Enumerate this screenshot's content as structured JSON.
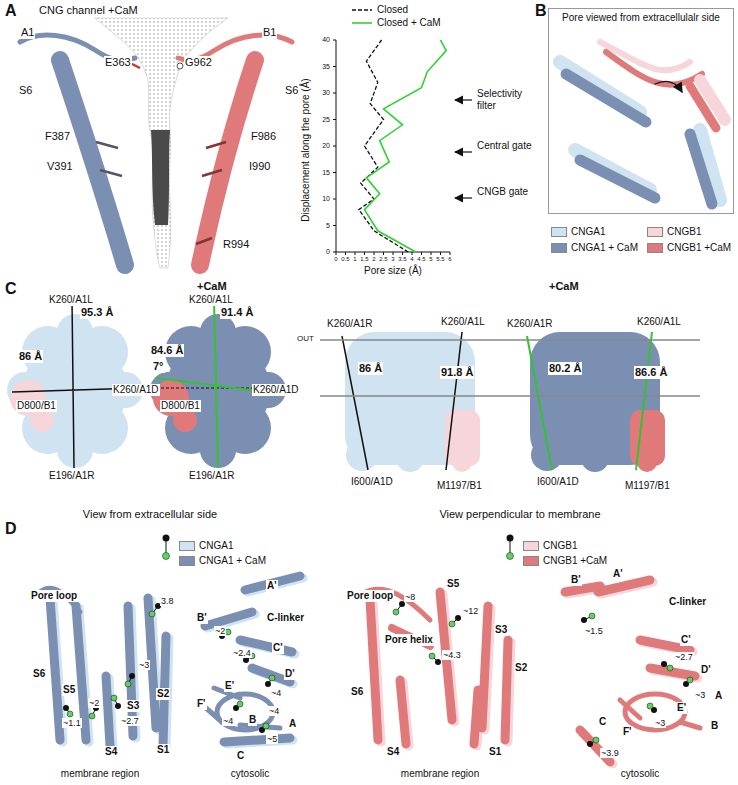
{
  "diagram": {
    "nodes": [
      {
        "text": [
          "Pore viewed from extracellulalr side"
        ]
      }
    ],
    "labels": [
      "A",
      "CNG channel +CaM",
      "A1",
      "B1",
      "S6",
      "E363",
      "G962",
      "S6",
      "F387",
      "F986",
      "V391",
      "I990",
      "R994",
      "Displacement along the pore (Å)",
      "0",
      "5",
      "10",
      "15",
      "20",
      "25",
      "30",
      "35",
      "40",
      "0",
      "0.5",
      "1",
      "1.5",
      "2",
      "2.5",
      "3",
      "3.5",
      "4",
      "4.5",
      "5",
      "5.5",
      "6",
      "Pore size (Å)",
      "Selectivity filter",
      "Central gate",
      "CNGB gate",
      "B",
      "C",
      "K260/A1L",
      "95.3 Å",
      "86 Å",
      "K260/A1D",
      "D800/B1",
      "E196/A1R",
      "+CaM",
      "K260/A1L",
      "91.4 Å",
      "84.6 Å",
      "7°",
      "K260/A1D",
      "D800/B1",
      "E196/A1R",
      "View from extracellular side",
      "OUT",
      "K260/A1R",
      "K260/A1L",
      "86 Å",
      "91.8 Å",
      "I600/A1D",
      "M1197/B1",
      "+CaM",
      "K260/A1R",
      "K260/A1L",
      "80.2 Å",
      "86.6 Å",
      "I600/A1D",
      "M1197/B1",
      "View perpendicular to membrane",
      "D",
      "Pore loop",
      "S6",
      "S5",
      "S3",
      "S2",
      "S4",
      "S1",
      "3.8",
      "~3",
      "~2.7",
      "~2",
      "~1.1",
      "membrane region",
      "A'",
      "C-linker",
      "B'",
      "~2",
      "C'",
      "~2.4",
      "D'",
      "~4",
      "E'",
      "F'",
      "~4",
      "B",
      "~4",
      "A",
      "~5",
      "C",
      "cytosolic",
      "Pore loop",
      "~8",
      "S5",
      "~12",
      "S3",
      "Pore helix",
      "~4.3",
      "S2",
      "S6",
      "S4",
      "S1",
      "membrane region",
      "B'",
      "A'",
      "C-linker",
      "~1.5",
      "C'",
      "~2.7",
      "D'",
      "~3",
      "A",
      "E'",
      "~3",
      "B",
      "F'",
      "C",
      "~3.9",
      "cytosolic"
    ],
    "legend": [
      {
        "text": "Closed"
      },
      {
        "text": "Closed + CaM"
      },
      {
        "text": "CNGA1",
        "color": "#cfe3f0"
      },
      {
        "text": "CNGA1 + CaM",
        "color": "#7b8fb3"
      },
      {
        "text": "CNGB1",
        "color": "#f6d6da"
      },
      {
        "text": "CNGB1 +CaM",
        "color": "#e07a7a"
      },
      {
        "text": "CNGA1",
        "color": "#cfe3f0"
      },
      {
        "text": "CNGA1 + CaM",
        "color": "#7b8fb3"
      },
      {
        "text": "CNGB1",
        "color": "#f6d6da"
      },
      {
        "text": "CNGB1 +CaM",
        "color": "#e07a7a"
      }
    ]
  }
}
